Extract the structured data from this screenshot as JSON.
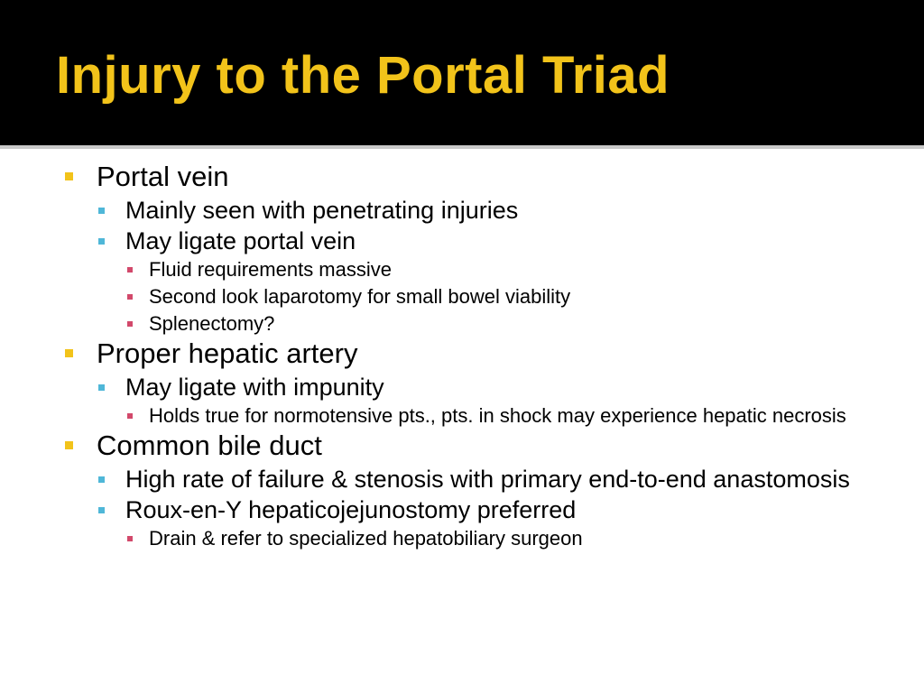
{
  "slide": {
    "title": "Injury to the Portal Triad",
    "colors": {
      "background": "#000000",
      "title": "#f2c31a",
      "level1_bullet": "#f2c31a",
      "level2_bullet": "#4fb7d8",
      "level3_bullet": "#d2496b",
      "body_text": "#000000"
    },
    "bullets": [
      {
        "text": "Portal vein",
        "children": [
          {
            "text": "Mainly seen with penetrating injuries",
            "children": []
          },
          {
            "text": "May ligate portal vein",
            "children": [
              {
                "text": "Fluid requirements massive"
              },
              {
                "text": "Second look laparotomy for small bowel viability"
              },
              {
                "text": "Splenectomy?"
              }
            ]
          }
        ]
      },
      {
        "text": "Proper hepatic artery",
        "children": [
          {
            "text": "May ligate with impunity",
            "children": [
              {
                "text": "Holds true for normotensive pts., pts. in shock may experience hepatic necrosis"
              }
            ]
          }
        ]
      },
      {
        "text": "Common bile duct",
        "children": [
          {
            "text": "High rate of failure & stenosis with primary end-to-end anastomosis",
            "children": []
          },
          {
            "text": "Roux-en-Y hepaticojejunostomy preferred",
            "children": [
              {
                "text": "Drain & refer to specialized hepatobiliary surgeon"
              }
            ]
          }
        ]
      }
    ]
  }
}
